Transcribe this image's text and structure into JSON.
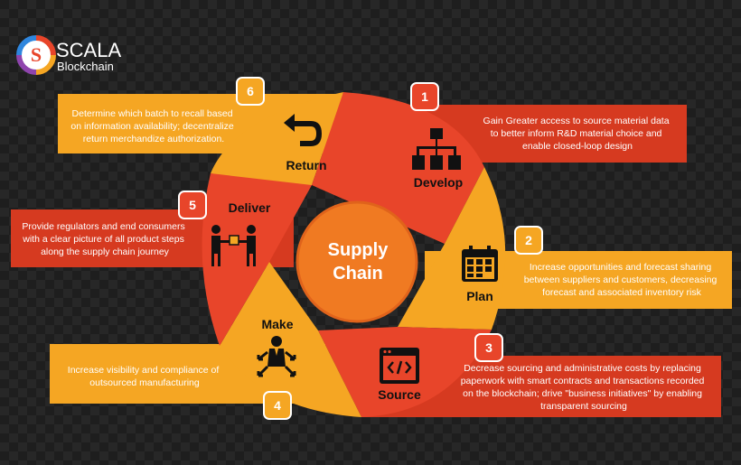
{
  "logo": {
    "name": "SCALA",
    "sub": "Blockchain"
  },
  "hub": {
    "line1": "Supply",
    "line2": "Chain"
  },
  "colors": {
    "orange": "#f5a623",
    "red": "#e8452a",
    "redDark": "#d63a20",
    "hub": "#f07a22",
    "ink": "#111111"
  },
  "stages": [
    {
      "num": "1",
      "label": "Develop",
      "icon": "hierarchy-icon",
      "desc": [
        "Gain Greater access to source material data",
        "to better inform R&D material choice and",
        "enable closed-loop design"
      ]
    },
    {
      "num": "2",
      "label": "Plan",
      "icon": "calendar-icon",
      "desc": [
        "Increase opportunities and forecast sharing",
        "between suppliers and customers, decreasing",
        "forecast and associated inventory risk"
      ]
    },
    {
      "num": "3",
      "label": "Source",
      "icon": "code-window-icon",
      "desc": [
        "Decrease sourcing and administrative costs by replacing",
        "paperwork with smart contracts and transactions recorded",
        "on the blockchain; drive \"business initiatives\" by enabling",
        "transparent sourcing"
      ]
    },
    {
      "num": "4",
      "label": "Make",
      "icon": "worker-arrows-icon",
      "desc": [
        "Increase visibility and compliance of",
        "outsourced manufacturing"
      ]
    },
    {
      "num": "5",
      "label": "Deliver",
      "icon": "handover-icon",
      "desc": [
        "Provide regulators and end consumers",
        "with a clear picture of all product steps",
        "along the supply chain journey"
      ]
    },
    {
      "num": "6",
      "label": "Return",
      "icon": "return-arrow-icon",
      "desc": [
        "Determine which batch to recall based",
        "on information availability; decentralize",
        "return merchandize authorization."
      ]
    }
  ]
}
